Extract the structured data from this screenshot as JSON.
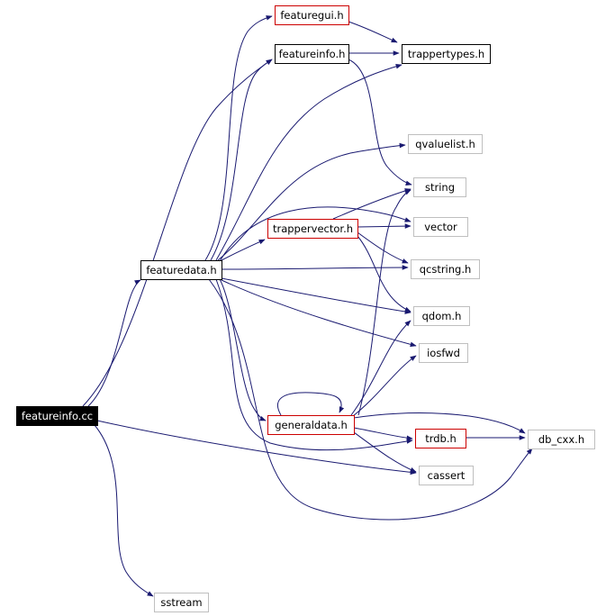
{
  "graph": {
    "colors": {
      "edge": "#191970",
      "root_fill": "#000000",
      "root_text": "#ffffff",
      "normal_border": "#000000",
      "documented_border": "#cc0000",
      "external_border": "#bfbfbf",
      "node_fill": "#ffffff",
      "node_text": "#000000"
    },
    "nodes": [
      {
        "id": "featureinfo_cc",
        "label": "featureinfo.cc",
        "kind": "root"
      },
      {
        "id": "featuregui_h",
        "label": "featuregui.h",
        "kind": "documented"
      },
      {
        "id": "featureinfo_h",
        "label": "featureinfo.h",
        "kind": "normal"
      },
      {
        "id": "trappertypes_h",
        "label": "trappertypes.h",
        "kind": "normal"
      },
      {
        "id": "qvaluelist_h",
        "label": "qvaluelist.h",
        "kind": "external"
      },
      {
        "id": "string",
        "label": "string",
        "kind": "external"
      },
      {
        "id": "trappervector_h",
        "label": "trappervector.h",
        "kind": "documented"
      },
      {
        "id": "vector",
        "label": "vector",
        "kind": "external"
      },
      {
        "id": "featuredata_h",
        "label": "featuredata.h",
        "kind": "normal"
      },
      {
        "id": "qcstring_h",
        "label": "qcstring.h",
        "kind": "external"
      },
      {
        "id": "qdom_h",
        "label": "qdom.h",
        "kind": "external"
      },
      {
        "id": "iosfwd",
        "label": "iosfwd",
        "kind": "external"
      },
      {
        "id": "generaldata_h",
        "label": "generaldata.h",
        "kind": "documented"
      },
      {
        "id": "db_cxx_h",
        "label": "db_cxx.h",
        "kind": "external"
      },
      {
        "id": "trdb_h",
        "label": "trdb.h",
        "kind": "documented"
      },
      {
        "id": "cassert",
        "label": "cassert",
        "kind": "external"
      },
      {
        "id": "sstream",
        "label": "sstream",
        "kind": "external"
      }
    ],
    "edges": [
      {
        "from": "featureinfo_cc",
        "to": "featureinfo_h"
      },
      {
        "from": "featureinfo_cc",
        "to": "featuredata_h"
      },
      {
        "from": "featureinfo_cc",
        "to": "cassert"
      },
      {
        "from": "featureinfo_cc",
        "to": "sstream"
      },
      {
        "from": "featureinfo_h",
        "to": "trappertypes_h"
      },
      {
        "from": "featureinfo_h",
        "to": "string"
      },
      {
        "from": "featuregui_h",
        "to": "trappertypes_h"
      },
      {
        "from": "featuredata_h",
        "to": "featuregui_h"
      },
      {
        "from": "featuredata_h",
        "to": "featureinfo_h"
      },
      {
        "from": "featuredata_h",
        "to": "trappertypes_h"
      },
      {
        "from": "featuredata_h",
        "to": "qvaluelist_h"
      },
      {
        "from": "featuredata_h",
        "to": "vector"
      },
      {
        "from": "featuredata_h",
        "to": "trappervector_h"
      },
      {
        "from": "featuredata_h",
        "to": "qcstring_h"
      },
      {
        "from": "featuredata_h",
        "to": "qdom_h"
      },
      {
        "from": "featuredata_h",
        "to": "iosfwd"
      },
      {
        "from": "featuredata_h",
        "to": "generaldata_h"
      },
      {
        "from": "featuredata_h",
        "to": "trdb_h"
      },
      {
        "from": "featuredata_h",
        "to": "db_cxx_h"
      },
      {
        "from": "trappervector_h",
        "to": "string"
      },
      {
        "from": "trappervector_h",
        "to": "vector"
      },
      {
        "from": "trappervector_h",
        "to": "qcstring_h"
      },
      {
        "from": "trappervector_h",
        "to": "qdom_h"
      },
      {
        "from": "generaldata_h",
        "to": "generaldata_h"
      },
      {
        "from": "generaldata_h",
        "to": "string"
      },
      {
        "from": "generaldata_h",
        "to": "qdom_h"
      },
      {
        "from": "generaldata_h",
        "to": "iosfwd"
      },
      {
        "from": "generaldata_h",
        "to": "db_cxx_h"
      },
      {
        "from": "generaldata_h",
        "to": "trdb_h"
      },
      {
        "from": "generaldata_h",
        "to": "cassert"
      },
      {
        "from": "trdb_h",
        "to": "db_cxx_h"
      }
    ]
  }
}
